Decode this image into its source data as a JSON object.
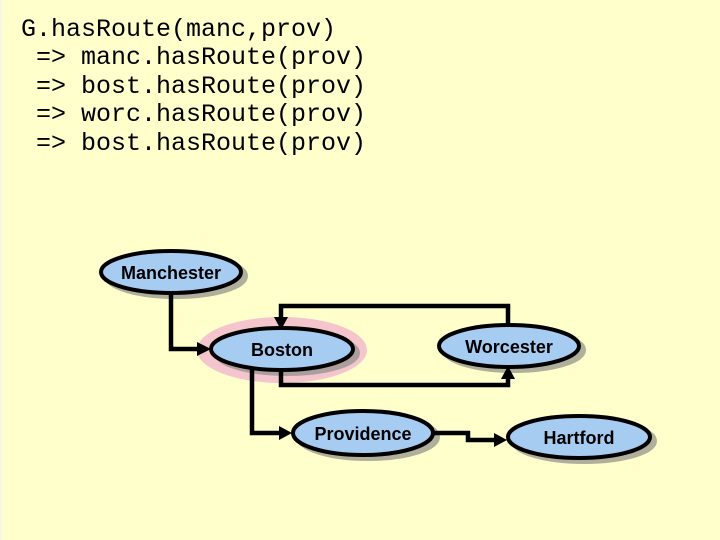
{
  "slide": {
    "background_color": "#FFFFCC",
    "trace": {
      "lines": [
        "G.hasRoute(manc,prov)",
        " => manc.hasRoute(prov)",
        " => bost.hasRoute(prov)",
        " => worc.hasRoute(prov)",
        " => bost.hasRoute(prov)"
      ]
    },
    "diagram": {
      "colors": {
        "node_fill": "#A7CCF2",
        "node_border": "#000000",
        "edge_color": "#000000",
        "shadow_color": "#8E8E88",
        "highlight_halo": "#F5C5CD"
      },
      "nodes": [
        {
          "id": "manchester",
          "label": "Manchester",
          "highlighted": false
        },
        {
          "id": "boston",
          "label": "Boston",
          "highlighted": true
        },
        {
          "id": "worcester",
          "label": "Worcester",
          "highlighted": false
        },
        {
          "id": "providence",
          "label": "Providence",
          "highlighted": false
        },
        {
          "id": "hartford",
          "label": "Hartford",
          "highlighted": false
        }
      ],
      "edges": [
        {
          "from": "manchester",
          "to": "boston"
        },
        {
          "from": "worcester",
          "to": "boston"
        },
        {
          "from": "boston",
          "to": "worcester"
        },
        {
          "from": "boston",
          "to": "providence"
        },
        {
          "from": "providence",
          "to": "hartford"
        }
      ]
    }
  }
}
